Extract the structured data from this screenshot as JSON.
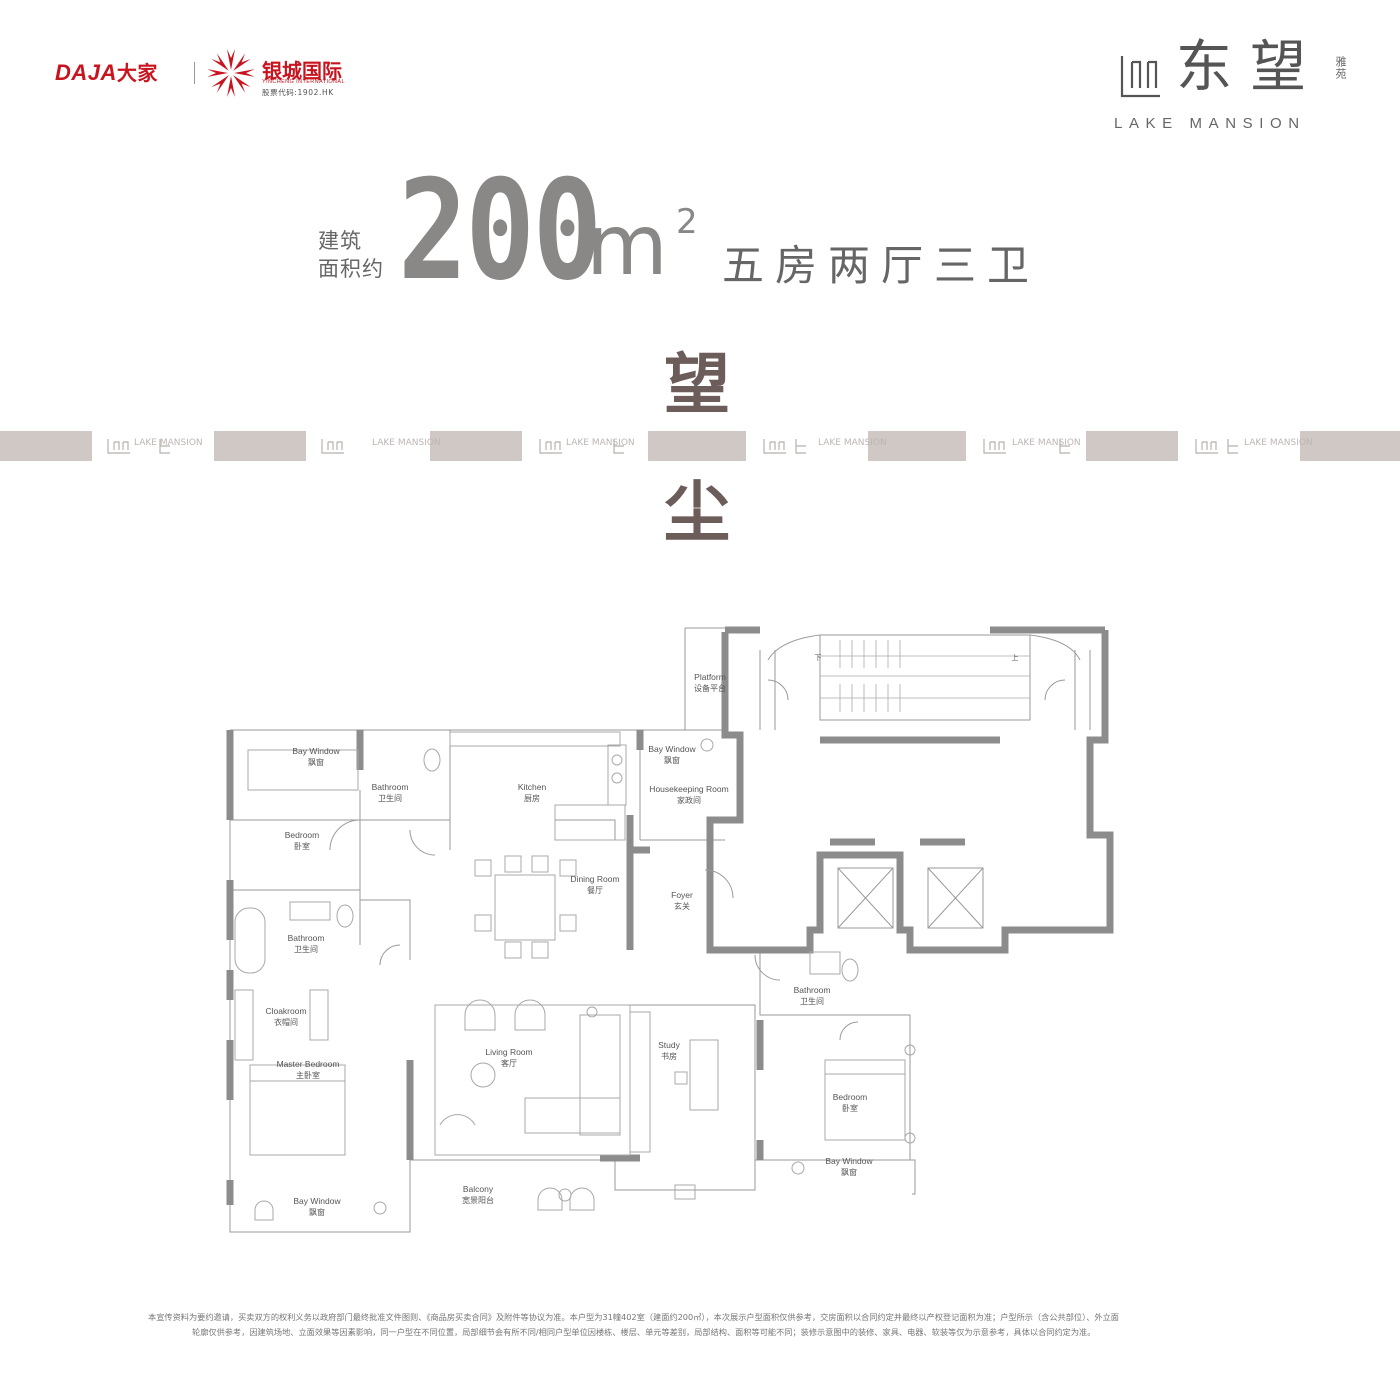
{
  "header": {
    "daja_logo": "DAJA",
    "daja_cn": "大家",
    "yincheng_name": "银城国际",
    "yincheng_en": "YINCHENG INTERNATIONAL",
    "stock_code": "股票代码:1902.HK",
    "brand_name": "东望",
    "brand_suffix": "雅苑",
    "brand_en": "LAKE MANSION"
  },
  "headline": {
    "area_label_line1": "建筑",
    "area_label_line2": "面积约",
    "area_value": "200",
    "area_unit": "m",
    "area_unit_sup": "2",
    "layout": "五房两厅三卫",
    "tagline_1": "望",
    "tagline_2": "尘"
  },
  "colors": {
    "accent": "#c8141e",
    "headline_gray": "#8a8886",
    "tagline_brown": "#6d5d5a",
    "band": "#cfc8c5",
    "wall": "#8c8c8c"
  },
  "band": {
    "repeat_text": "LAKE MANSION"
  },
  "plan": {
    "rooms": [
      {
        "en": "Platform",
        "cn": "设备平台"
      },
      {
        "en": "Bay Window",
        "cn": "飘窗"
      },
      {
        "en": "Bathroom",
        "cn": "卫生间"
      },
      {
        "en": "Kitchen",
        "cn": "厨房"
      },
      {
        "en": "Bay Window",
        "cn": "飘窗"
      },
      {
        "en": "Housekeeping Room",
        "cn": "家政间"
      },
      {
        "en": "Bedroom",
        "cn": "卧室"
      },
      {
        "en": "Dining Room",
        "cn": "餐厅"
      },
      {
        "en": "Foyer",
        "cn": "玄关"
      },
      {
        "en": "Bathroom",
        "cn": "卫生间"
      },
      {
        "en": "Bathroom",
        "cn": "卫生间"
      },
      {
        "en": "Cloakroom",
        "cn": "衣帽间"
      },
      {
        "en": "Living Room",
        "cn": "客厅"
      },
      {
        "en": "Study",
        "cn": "书房"
      },
      {
        "en": "Master Bedroom",
        "cn": "主卧室"
      },
      {
        "en": "Bedroom",
        "cn": "卧室"
      },
      {
        "en": "Bay Window",
        "cn": "飘窗"
      },
      {
        "en": "Balcony",
        "cn": "宽景阳台"
      },
      {
        "en": "Bay Window",
        "cn": "飘窗"
      }
    ],
    "stair_up": "上",
    "stair_down": "下"
  },
  "footnote": {
    "line1": "本宣传资料为要约邀请，买卖双方的权利义务以政府部门最终批准文件图则、《商品房买卖合同》及附件等协议为准。本户型为31幢402室（建面约200㎡），本次展示户型面积仅供参考，交房面积以合同约定并最终以产权登记面积为准；户型所示（含公共部位）、外立面",
    "line2": "轮廓仅供参考，因建筑场地、立面效果等因素影响，同一户型在不同位置，局部细节会有所不同/相同户型单位因楼栋、楼层、单元等差别，局部结构、面积等可能不同；装修示意图中的装修、家具、电器、软装等仅为示意参考，具体以合同约定为准。"
  }
}
